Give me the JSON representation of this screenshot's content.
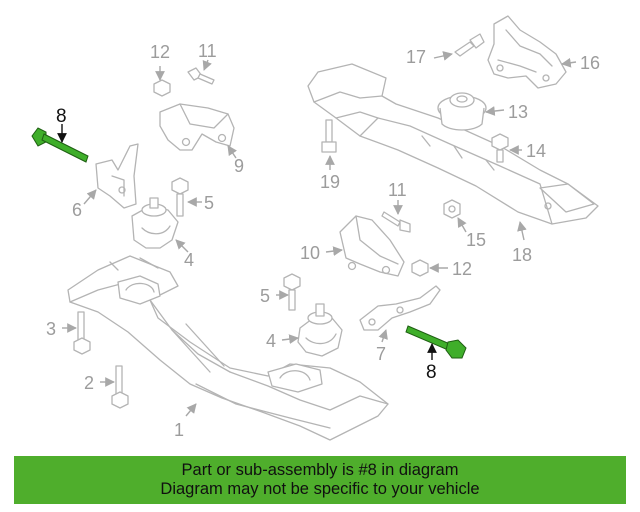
{
  "callouts": {
    "c1": "1",
    "c2": "2",
    "c3": "3",
    "c4a": "4",
    "c4b": "4",
    "c5a": "5",
    "c5b": "5",
    "c6": "6",
    "c7": "7",
    "c8a": "8",
    "c8b": "8",
    "c9": "9",
    "c10": "10",
    "c11a": "11",
    "c11b": "11",
    "c12a": "12",
    "c12b": "12",
    "c13": "13",
    "c14": "14",
    "c15": "15",
    "c16": "16",
    "c17": "17",
    "c18": "18",
    "c19": "19"
  },
  "highlight_color": "#3fae2a",
  "banner": {
    "line1": "Part or sub-assembly is #8 in diagram",
    "line2": "Diagram may not be specific to your vehicle",
    "background": "#4fae2c"
  }
}
